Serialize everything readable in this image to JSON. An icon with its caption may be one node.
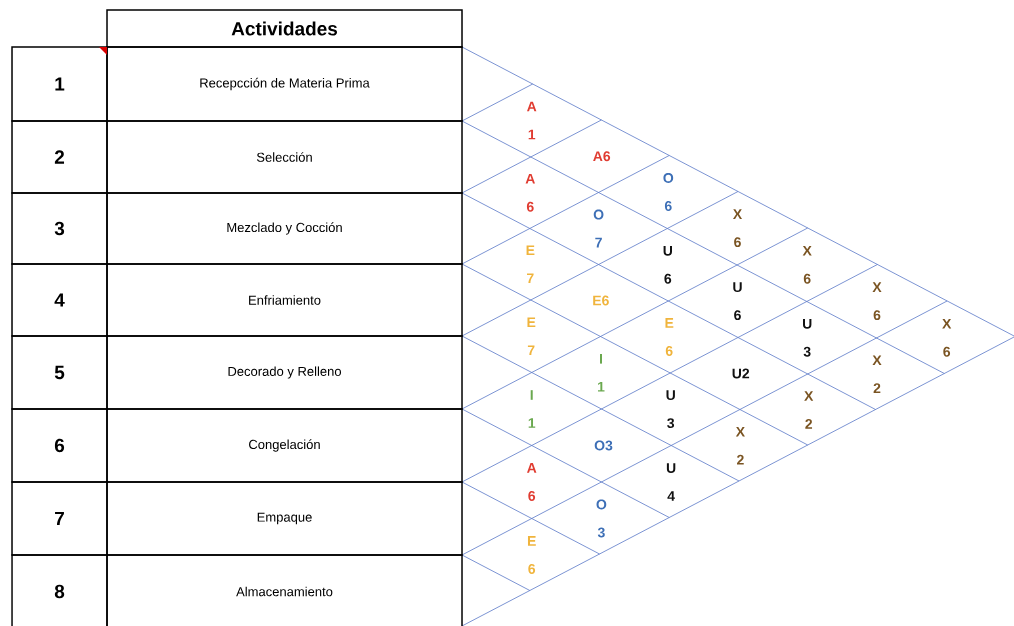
{
  "diagram": {
    "labels": [
      "Actividades",
      "1",
      "Recepcción de Materia Prima",
      "2",
      "Selección",
      "3",
      "Mezclado y Cocción",
      "4",
      "Enfriamiento",
      "5",
      "Decorado y Relleno",
      "6",
      "Congelación",
      "7",
      "Empaque",
      "8",
      "Almacenamiento",
      "A 1",
      "A6",
      "A 6",
      "O 6",
      "O 7",
      "X 6",
      "E 7",
      "U 6",
      "X 6",
      "E6",
      "U 6",
      "X 6",
      "E 7",
      "E 6",
      "U 3",
      "X 6",
      "I 1",
      "U2",
      "X 2",
      "I 1",
      "U 3",
      "X 2",
      "O3",
      "X 2",
      "A 6",
      "U 4",
      "O 3",
      "E 6"
    ]
  }
}
